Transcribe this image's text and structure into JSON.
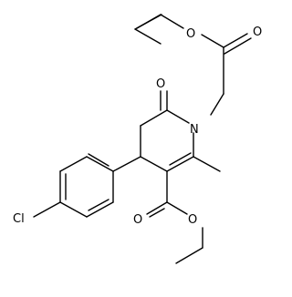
{
  "molecule": {
    "atoms": {
      "o_ester_top": "O",
      "o_carbonyl_top": "O",
      "o_lactam": "O",
      "n_ring": "N",
      "cl": "Cl",
      "o_carbonyl_bottom": "O",
      "o_ester_bottom": "O"
    },
    "colors": {
      "bond": "#000000",
      "label": "#000000",
      "background": "#ffffff"
    }
  }
}
